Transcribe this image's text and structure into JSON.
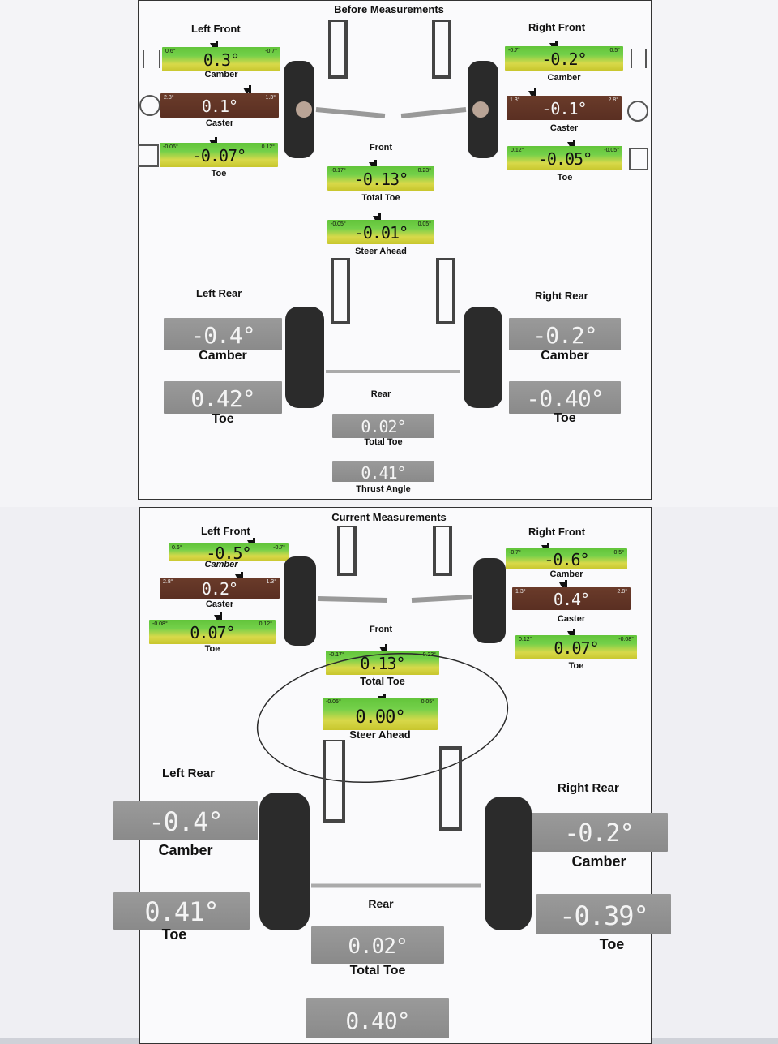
{
  "before": {
    "title": "Before Measurements",
    "left_front": {
      "heading": "Left Front",
      "camber": {
        "label": "Camber",
        "value": "0.3°",
        "min": "0.6°",
        "max": "-0.7°"
      },
      "caster": {
        "label": "Caster",
        "value": "0.1°",
        "min": "2.8°",
        "max": "1.3°"
      },
      "toe": {
        "label": "Toe",
        "value": "-0.07°",
        "min": "-0.06°",
        "max": "0.12°"
      }
    },
    "right_front": {
      "heading": "Right Front",
      "camber": {
        "label": "Camber",
        "value": "-0.2°",
        "min": "-0.7°",
        "max": "0.5°"
      },
      "caster": {
        "label": "Caster",
        "value": "-0.1°",
        "min": "1.3°",
        "max": "2.8°"
      },
      "toe": {
        "label": "Toe",
        "value": "-0.05°",
        "min": "0.12°",
        "max": "-0.05°"
      }
    },
    "front": {
      "heading": "Front",
      "total_toe": {
        "label": "Total Toe",
        "value": "-0.13°",
        "min": "-0.17°",
        "max": "0.23°"
      },
      "steer_ahead": {
        "label": "Steer Ahead",
        "value": "-0.01°",
        "min": "-0.05°",
        "max": "0.05°"
      }
    },
    "left_rear": {
      "heading": "Left Rear",
      "camber": {
        "label": "Camber",
        "value": "-0.4°"
      },
      "toe": {
        "label": "Toe",
        "value": "0.42°"
      }
    },
    "right_rear": {
      "heading": "Right Rear",
      "camber": {
        "label": "Camber",
        "value": "-0.2°"
      },
      "toe": {
        "label": "Toe",
        "value": "-0.40°"
      }
    },
    "rear": {
      "heading": "Rear",
      "total_toe": {
        "label": "Total Toe",
        "value": "0.02°"
      },
      "thrust": {
        "label": "Thrust Angle",
        "value": "0.41°"
      }
    }
  },
  "current": {
    "title": "Current Measurements",
    "left_front": {
      "heading": "Left Front",
      "camber": {
        "label": "Camber",
        "value": "-0.5°",
        "min": "0.6°",
        "max": "-0.7°"
      },
      "caster": {
        "label": "Caster",
        "value": "0.2°",
        "min": "2.8°",
        "max": "1.3°"
      },
      "toe": {
        "label": "Toe",
        "value": "0.07°",
        "min": "-0.08°",
        "max": "0.12°"
      }
    },
    "right_front": {
      "heading": "Right Front",
      "camber": {
        "label": "Camber",
        "value": "-0.6°",
        "min": "-0.7°",
        "max": "0.5°"
      },
      "caster": {
        "label": "Caster",
        "value": "0.4°",
        "min": "1.3°",
        "max": "2.8°"
      },
      "toe": {
        "label": "Toe",
        "value": "0.07°",
        "min": "0.12°",
        "max": "-0.08°"
      }
    },
    "front": {
      "heading": "Front",
      "total_toe": {
        "label": "Total Toe",
        "value": "0.13°",
        "min": "-0.17°",
        "max": "0.23°"
      },
      "steer_ahead": {
        "label": "Steer Ahead",
        "value": "0.00°",
        "min": "-0.05°",
        "max": "0.05°"
      }
    },
    "left_rear": {
      "heading": "Left Rear",
      "camber": {
        "label": "Camber",
        "value": "-0.4°"
      },
      "toe": {
        "label": "Toe",
        "value": "0.41°"
      }
    },
    "right_rear": {
      "heading": "Right Rear",
      "camber": {
        "label": "Camber",
        "value": "-0.2°"
      },
      "toe": {
        "label": "Toe",
        "value": "-0.39°"
      }
    },
    "rear": {
      "heading": "Rear",
      "total_toe": {
        "label": "Total Toe",
        "value": "0.02°"
      },
      "thrust": {
        "value": "0.40°"
      }
    }
  },
  "colors": {
    "in_spec": "#74d04a",
    "caster": "#5a2f22",
    "neutral": "#8a8a8a"
  }
}
